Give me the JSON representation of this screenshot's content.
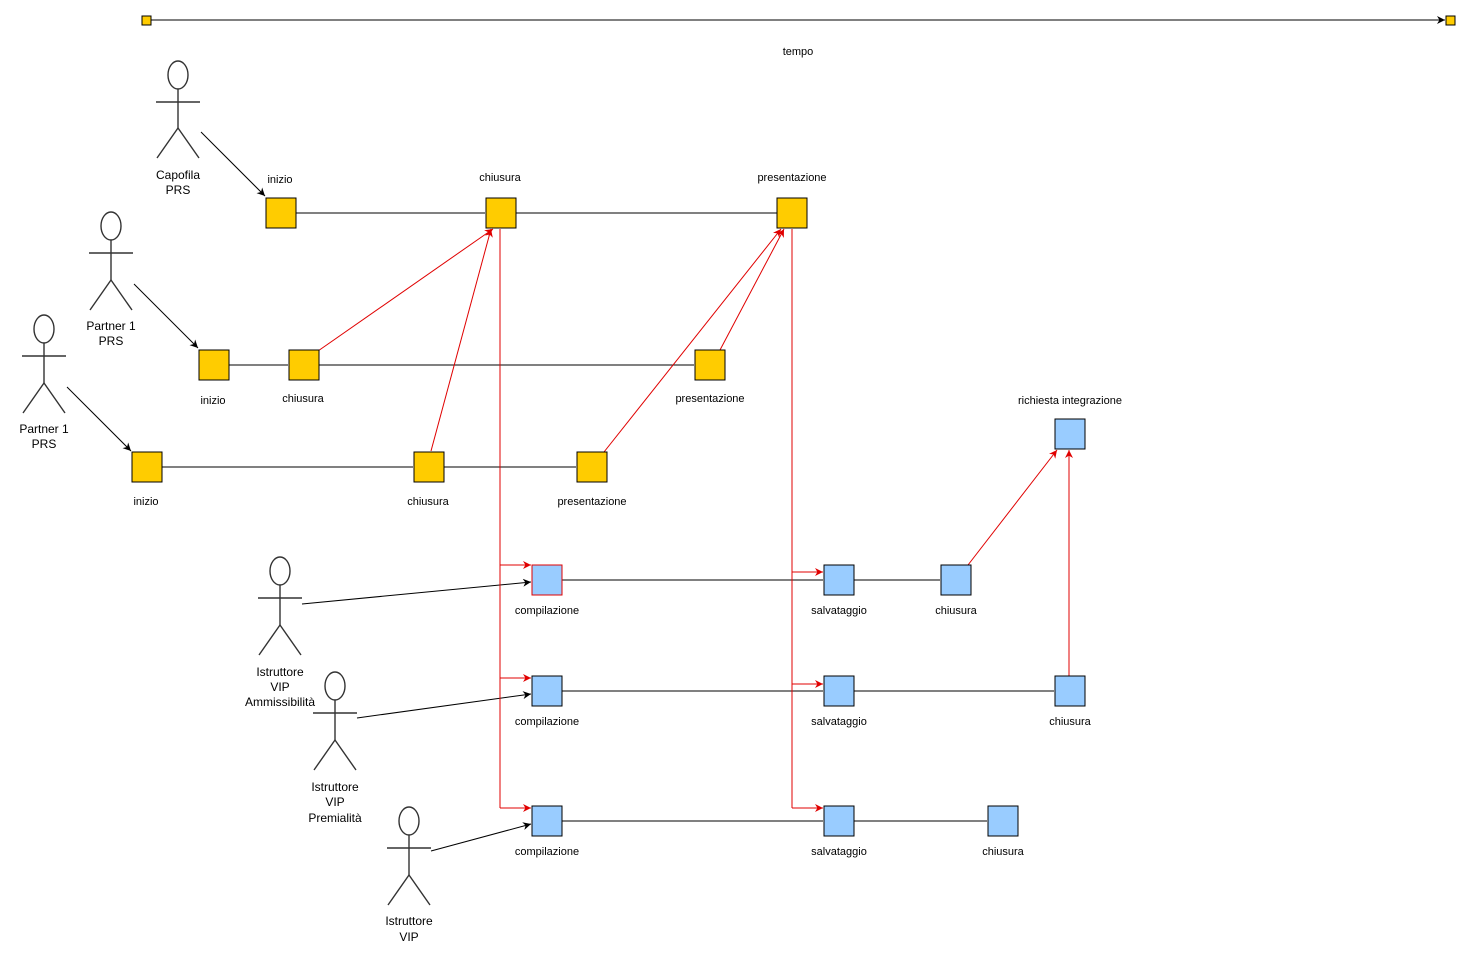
{
  "timeline": {
    "label": "tempo"
  },
  "actors": {
    "capofila": {
      "line1": "Capofila",
      "line2": "PRS"
    },
    "partner_a": {
      "line1": "Partner 1",
      "line2": "PRS"
    },
    "partner_b": {
      "line1": "Partner 1",
      "line2": "PRS"
    },
    "istr_1": {
      "line1": "Istruttore",
      "line2": "VIP",
      "line3": "Ammissibilità"
    },
    "istr_2": {
      "line1": "Istruttore",
      "line2": "VIP",
      "line3": "Premialità"
    },
    "istr_3": {
      "line1": "Istruttore",
      "line2": "VIP"
    }
  },
  "nodes": {
    "cap_inizio": "inizio",
    "cap_chiusura": "chiusura",
    "cap_presentazione": "presentazione",
    "pa_inizio": "inizio",
    "pa_chiusura": "chiusura",
    "pa_presentazione": "presentazione",
    "pb_inizio": "inizio",
    "pb_chiusura": "chiusura",
    "pb_presentazione": "presentazione",
    "richiesta": "richiesta integrazione",
    "i1_compilazione": "compilazione",
    "i1_salvataggio": "salvataggio",
    "i1_chiusura": "chiusura",
    "i2_compilazione": "compilazione",
    "i2_salvataggio": "salvataggio",
    "i2_chiusura": "chiusura",
    "i3_compilazione": "compilazione",
    "i3_salvataggio": "salvataggio",
    "i3_chiusura": "chiusura"
  },
  "colors": {
    "prs": "#ffcc00",
    "vip": "#99ccff",
    "flow": "#e00000"
  }
}
